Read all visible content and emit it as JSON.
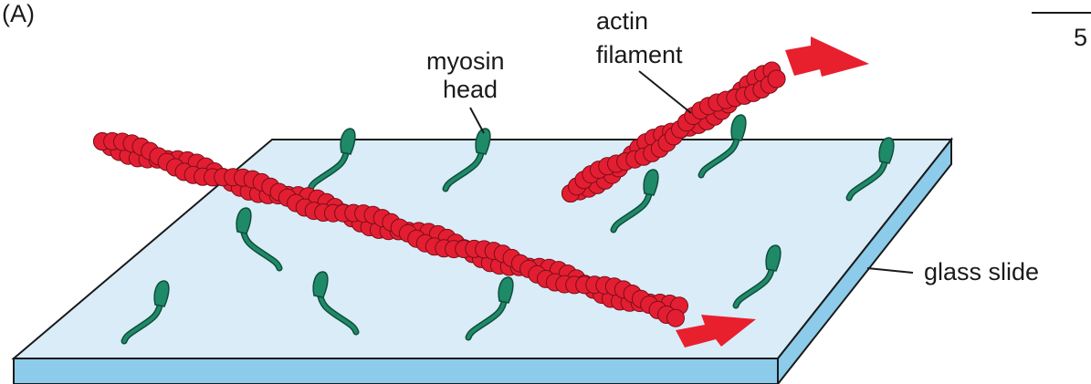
{
  "figure": {
    "panel_label": "(A)",
    "corner_fragment": "5",
    "labels": {
      "myosin_line1": "myosin",
      "myosin_line2": "head",
      "actin_line1": "actin",
      "actin_line2": "filament",
      "slide": "glass slide"
    }
  },
  "colors": {
    "slide_top": "#d9ecf8",
    "slide_edge": "#8ccbea",
    "slide_outline": "#1a1a1a",
    "actin_fill": "#e41e32",
    "actin_stroke": "#7a0e18",
    "myosin_fill": "#1f8a68",
    "myosin_stroke": "#0f4d39",
    "arrow": "#e8202e"
  }
}
